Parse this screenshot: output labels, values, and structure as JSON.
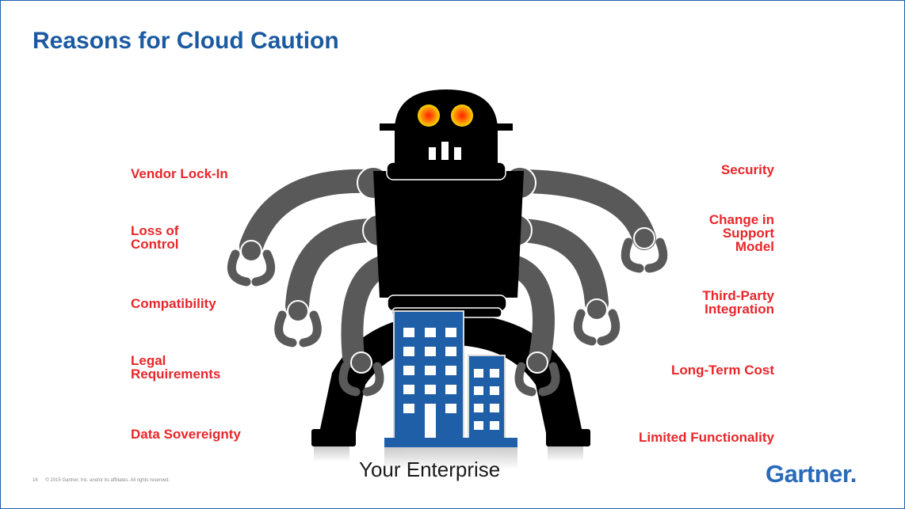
{
  "slide": {
    "title": "Reasons for Cloud Caution",
    "left_reasons": [
      "Vendor Lock-In",
      "Loss of\nControl",
      "Compatibility",
      "Legal\nRequirements",
      "Data Sovereignty"
    ],
    "right_reasons": [
      "Security",
      "Change in\nSupport\nModel",
      "Third-Party\nIntegration",
      "Long-Term Cost",
      "Limited Functionality"
    ],
    "building_caption": "Your Enterprise",
    "footer": {
      "page_number": "16",
      "copyright": "© 2015 Gartner, Inc. and/or its affiliates. All rights reserved."
    },
    "logo_text": "Gartner",
    "logo_dot": "."
  },
  "colors": {
    "title": "#1b5aa0",
    "reason_text": "#e8262a",
    "robot_body": "#000000",
    "robot_arms": "#595959",
    "building": "#1f5fa8",
    "eyes": "#f5d800",
    "logo": "#2a6ab8"
  },
  "icons": {
    "illustration": "robot-monster-holding-building"
  }
}
